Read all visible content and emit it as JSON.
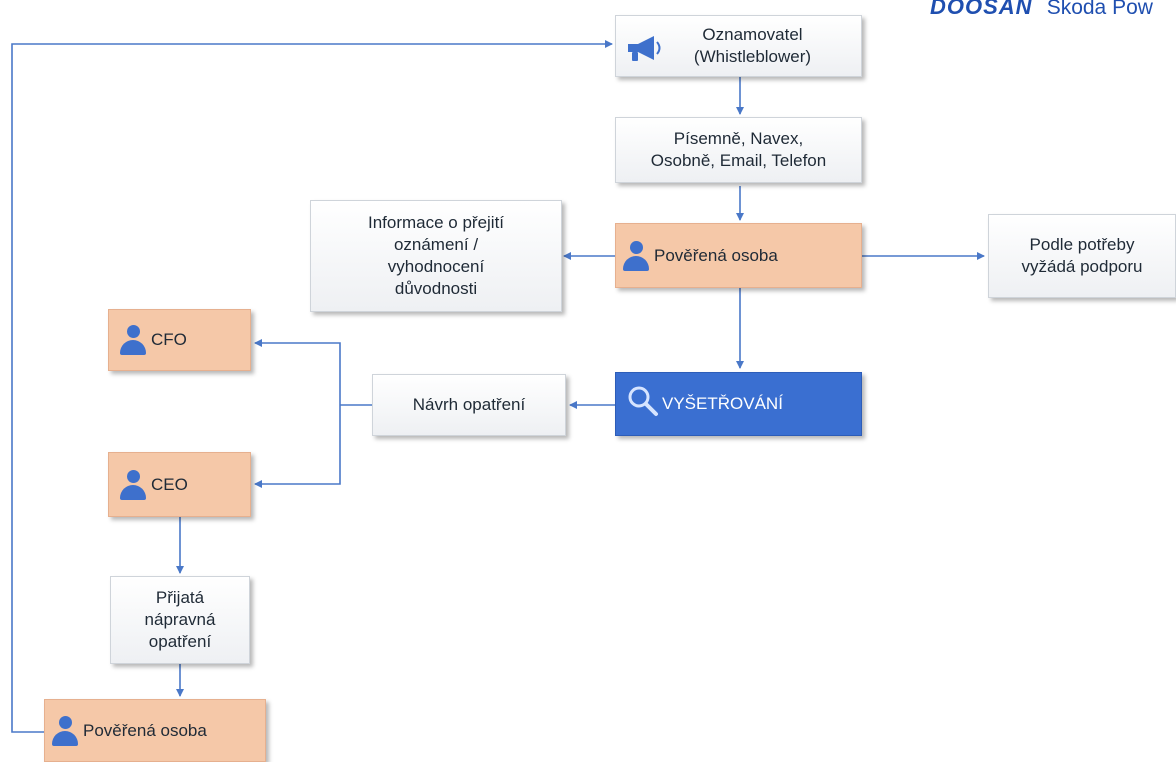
{
  "header": {
    "brand": "DOOSAN",
    "subtitle": "Škoda Pow"
  },
  "nodes": {
    "whistleblower": {
      "line1": "Oznamovatel",
      "line2": "(Whistleblower)"
    },
    "channels": {
      "line1": "Písemně, Navex,",
      "line2": "Osobně, Email, Telefon"
    },
    "info": {
      "line1": "Informace o přejití",
      "line2": "oznámení /",
      "line3": "vyhodnocení",
      "line4": "důvodnosti"
    },
    "designated_top": {
      "label": "Pověřená osoba"
    },
    "support": {
      "line1": "Podle potřeby",
      "line2": "vyžádá podporu"
    },
    "cfo": {
      "label": "CFO"
    },
    "ceo": {
      "label": "CEO"
    },
    "proposal": {
      "label": "Návrh opatření"
    },
    "investigation": {
      "label": "VYŠETŘOVÁNÍ"
    },
    "corrective": {
      "line1": "Přijatá",
      "line2": "nápravná",
      "line3": "opatření"
    },
    "designated_bottom": {
      "label": "Pověřená osoba"
    }
  },
  "colors": {
    "arrow": "#4a78c8",
    "salmon_fill": "#f5c8a8",
    "blue_fill": "#3a6fd1",
    "person_icon": "#3e70cc"
  },
  "icons": {
    "whistleblower": "megaphone-icon",
    "person": "person-icon",
    "investigation": "magnifier-icon"
  }
}
